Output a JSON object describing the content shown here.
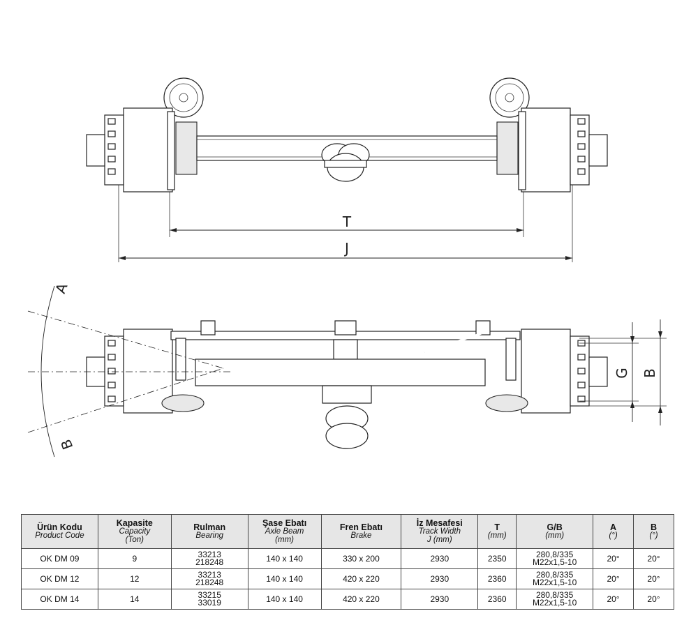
{
  "drawing": {
    "top_view": {
      "dim_T": "T",
      "dim_J": "J"
    },
    "front_view": {
      "angle_A": "A",
      "angle_B": "B",
      "dim_G": "G",
      "dim_B": "B"
    }
  },
  "table": {
    "headers": [
      {
        "tr": "Ürün Kodu",
        "en": [
          "Product Code"
        ]
      },
      {
        "tr": "Kapasite",
        "en": [
          "Capacity",
          "(Ton)"
        ]
      },
      {
        "tr": "Rulman",
        "en": [
          "Bearing"
        ]
      },
      {
        "tr": "Şase Ebatı",
        "en": [
          "Axle Beam",
          "(mm)"
        ]
      },
      {
        "tr": "Fren Ebatı",
        "en": [
          "Brake"
        ]
      },
      {
        "tr": "İz Mesafesi",
        "en": [
          "Track Width",
          "J (mm)"
        ]
      },
      {
        "tr": "T",
        "en": [
          "(mm)"
        ]
      },
      {
        "tr": "G/B",
        "en": [
          "(mm)"
        ]
      },
      {
        "tr": "A",
        "en": [
          "(°)"
        ]
      },
      {
        "tr": "B",
        "en": [
          "(°)"
        ]
      }
    ],
    "rows": [
      {
        "code": "OK DM 09",
        "capacity": "9",
        "bearing": [
          "33213",
          "218248"
        ],
        "beam": "140 x 140",
        "brake": "330 x 200",
        "track": "2930",
        "t": "2350",
        "gb": [
          "280,8/335",
          "M22x1,5-10"
        ],
        "a": "20°",
        "b": "20°"
      },
      {
        "code": "OK DM 12",
        "capacity": "12",
        "bearing": [
          "33213",
          "218248"
        ],
        "beam": "140 x 140",
        "brake": "420 x 220",
        "track": "2930",
        "t": "2360",
        "gb": [
          "280,8/335",
          "M22x1,5-10"
        ],
        "a": "20°",
        "b": "20°"
      },
      {
        "code": "OK DM 14",
        "capacity": "14",
        "bearing": [
          "33215",
          "33019"
        ],
        "beam": "140 x 140",
        "brake": "420 x 220",
        "track": "2930",
        "t": "2360",
        "gb": [
          "280,8/335",
          "M22x1,5-10"
        ],
        "a": "20°",
        "b": "20°"
      }
    ]
  }
}
